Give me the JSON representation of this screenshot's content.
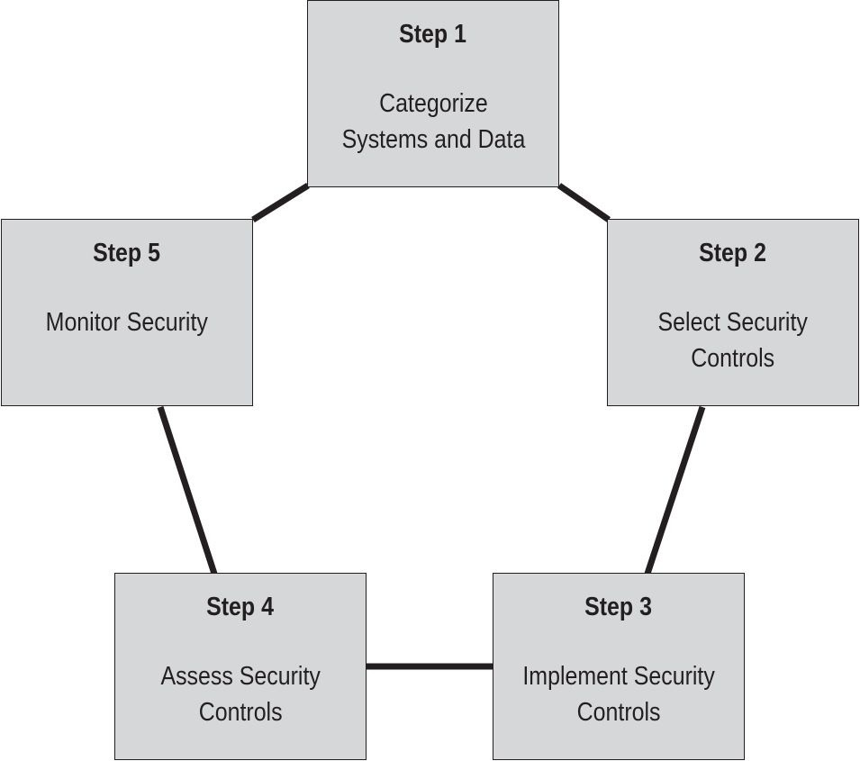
{
  "steps": [
    {
      "title": "Step 1",
      "description": "Categorize\nSystems and Data"
    },
    {
      "title": "Step 2",
      "description": "Select Security\nControls"
    },
    {
      "title": "Step 3",
      "description": "Implement Security\nControls"
    },
    {
      "title": "Step 4",
      "description": "Assess Security\nControls"
    },
    {
      "title": "Step 5",
      "description": "Monitor Security"
    }
  ],
  "colors": {
    "box_fill": "#d6d7d8",
    "line": "#231f20",
    "text": "#231f20",
    "background": "#ffffff"
  }
}
